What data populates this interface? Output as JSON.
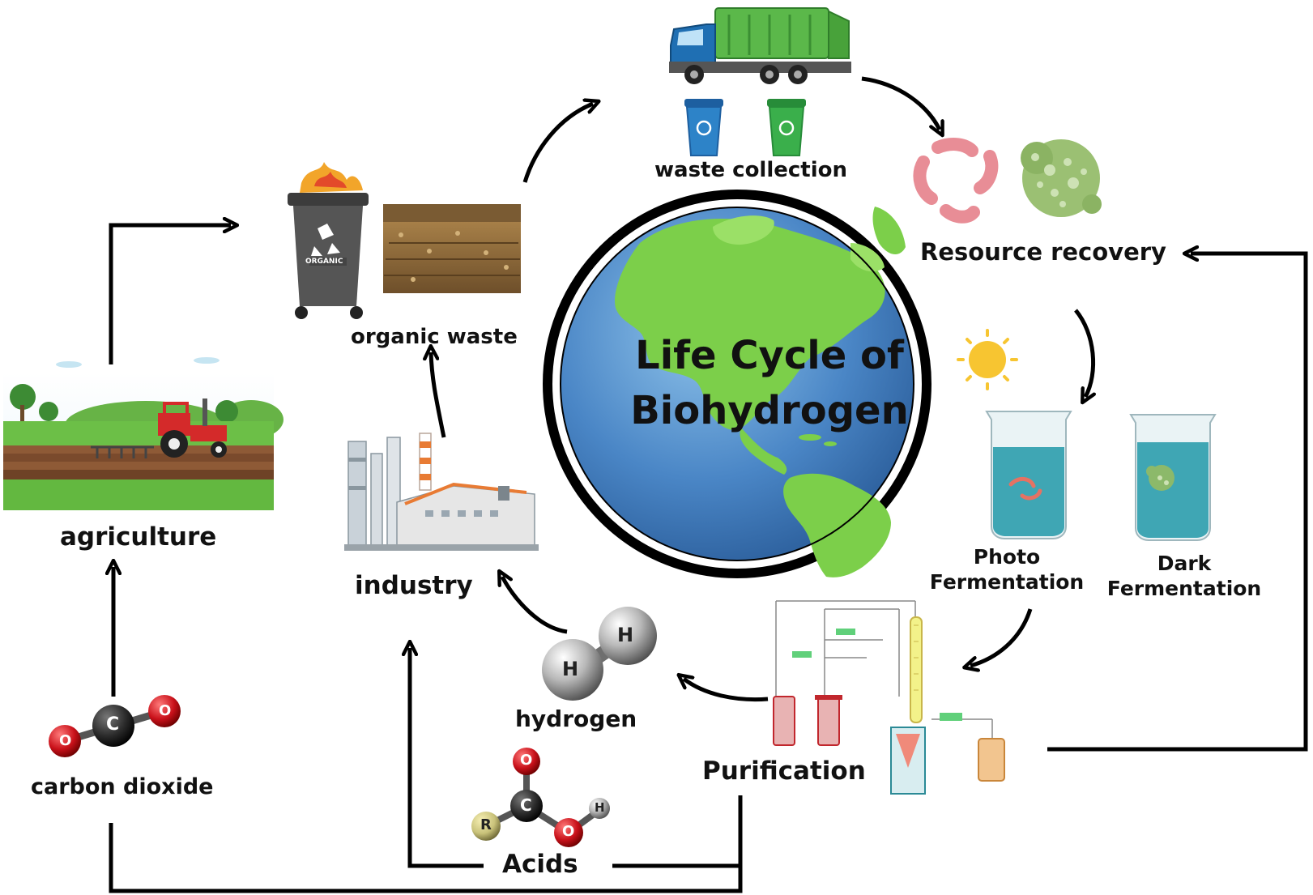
{
  "title": {
    "line1": "Life Cycle of",
    "line2": "Biohydrogen"
  },
  "nodes": {
    "waste_collection": {
      "label": "waste collection",
      "icons": [
        "garbage-truck-icon",
        "blue-recycle-bin-icon",
        "green-recycle-bin-icon"
      ]
    },
    "resource_recovery": {
      "label": "Resource recovery",
      "icons": [
        "bacteria-icon",
        "algae-cell-icon"
      ]
    },
    "photo_fermentation": {
      "line1": "Photo",
      "line2": "Fermentation",
      "icons": [
        "sun-icon",
        "beaker-bacteria-icon"
      ]
    },
    "dark_fermentation": {
      "line1": "Dark",
      "line2": "Fermentation",
      "icons": [
        "beaker-algae-icon"
      ]
    },
    "purification": {
      "label": "Purification",
      "icons": [
        "purification-apparatus-icon"
      ]
    },
    "hydrogen": {
      "label": "hydrogen",
      "atoms": [
        "H",
        "H"
      ]
    },
    "acids": {
      "label": "Acids",
      "atoms": [
        "O",
        "C",
        "O",
        "H",
        "R"
      ]
    },
    "industry": {
      "label": "industry",
      "icons": [
        "factory-icon"
      ]
    },
    "organic_waste": {
      "label": "organic waste",
      "icons": [
        "organic-bin-icon",
        "crop-field-icon"
      ],
      "bin_text": "ORGANIC"
    },
    "agriculture": {
      "label": "agriculture",
      "icons": [
        "tractor-field-icon"
      ]
    },
    "carbon_dioxide": {
      "label": "carbon dioxide",
      "atoms": [
        "O",
        "C",
        "O"
      ]
    }
  },
  "colors": {
    "ocean": "#4a86c6",
    "land": "#7ccf4a",
    "ring": "#000000",
    "water": "#3fa6b4",
    "arrow": "#000000"
  }
}
